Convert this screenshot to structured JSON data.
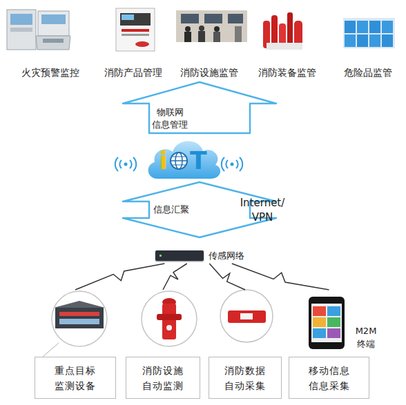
{
  "diagram": {
    "nodes": [
      {
        "text": [
          "物联网 信息管理"
        ]
      },
      {
        "text": [
          "i",
          "T"
        ]
      },
      {
        "text": [
          "信息汇聚"
        ]
      },
      {
        "text": [
          "传感网络"
        ]
      },
      {
        "text": [
          "重点目标 监测设备"
        ]
      },
      {
        "text": [
          "消防设施 自动监测"
        ]
      },
      {
        "text": [
          "消防数据 自动采集"
        ]
      },
      {
        "text": [
          "移动信息 信息采集"
        ]
      }
    ],
    "edges": [
      {
        "from": 3,
        "to": 4,
        "arrow": "none"
      },
      {
        "from": 3,
        "to": 5,
        "arrow": "none"
      },
      {
        "from": 3,
        "to": 6,
        "arrow": "none"
      },
      {
        "from": 3,
        "to": 7,
        "arrow": "none"
      }
    ],
    "labels": [
      "火灾预警监控",
      "消防产品管理",
      "消防设施监管",
      "消防装备监管",
      "危险品监管",
      "Internet/ VPN",
      "M2M 终端"
    ]
  }
}
